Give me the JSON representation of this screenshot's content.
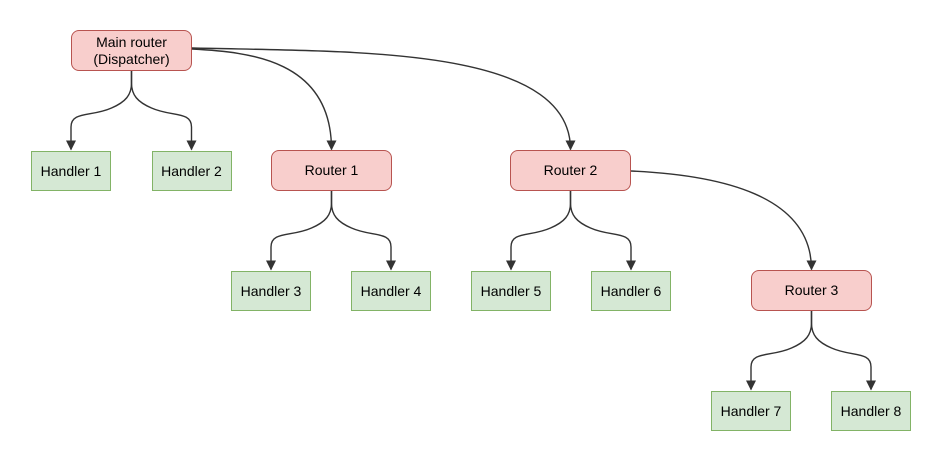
{
  "diagram": {
    "type": "flowchart",
    "background": "#ffffff",
    "text_color": "#000000",
    "edge_color": "#333333",
    "node_styles": {
      "router": {
        "fill": "#f8cecc",
        "stroke": "#b85450",
        "shape": "rounded-rectangle"
      },
      "handler": {
        "fill": "#d5e8d4",
        "stroke": "#82b366",
        "shape": "rectangle"
      }
    },
    "nodes": {
      "main": {
        "label": "Main router\n(Dispatcher)",
        "type": "router"
      },
      "h1": {
        "label": "Handler 1",
        "type": "handler"
      },
      "h2": {
        "label": "Handler 2",
        "type": "handler"
      },
      "r1": {
        "label": "Router 1",
        "type": "router"
      },
      "r2": {
        "label": "Router 2",
        "type": "router"
      },
      "h3": {
        "label": "Handler 3",
        "type": "handler"
      },
      "h4": {
        "label": "Handler 4",
        "type": "handler"
      },
      "h5": {
        "label": "Handler 5",
        "type": "handler"
      },
      "h6": {
        "label": "Handler 6",
        "type": "handler"
      },
      "r3": {
        "label": "Router 3",
        "type": "router"
      },
      "h7": {
        "label": "Handler 7",
        "type": "handler"
      },
      "h8": {
        "label": "Handler 8",
        "type": "handler"
      }
    },
    "edges": [
      {
        "from": "main",
        "to": "h1"
      },
      {
        "from": "main",
        "to": "h2"
      },
      {
        "from": "main",
        "to": "r1"
      },
      {
        "from": "main",
        "to": "r2"
      },
      {
        "from": "r1",
        "to": "h3"
      },
      {
        "from": "r1",
        "to": "h4"
      },
      {
        "from": "r2",
        "to": "h5"
      },
      {
        "from": "r2",
        "to": "h6"
      },
      {
        "from": "r2",
        "to": "r3"
      },
      {
        "from": "r3",
        "to": "h7"
      },
      {
        "from": "r3",
        "to": "h8"
      }
    ]
  }
}
